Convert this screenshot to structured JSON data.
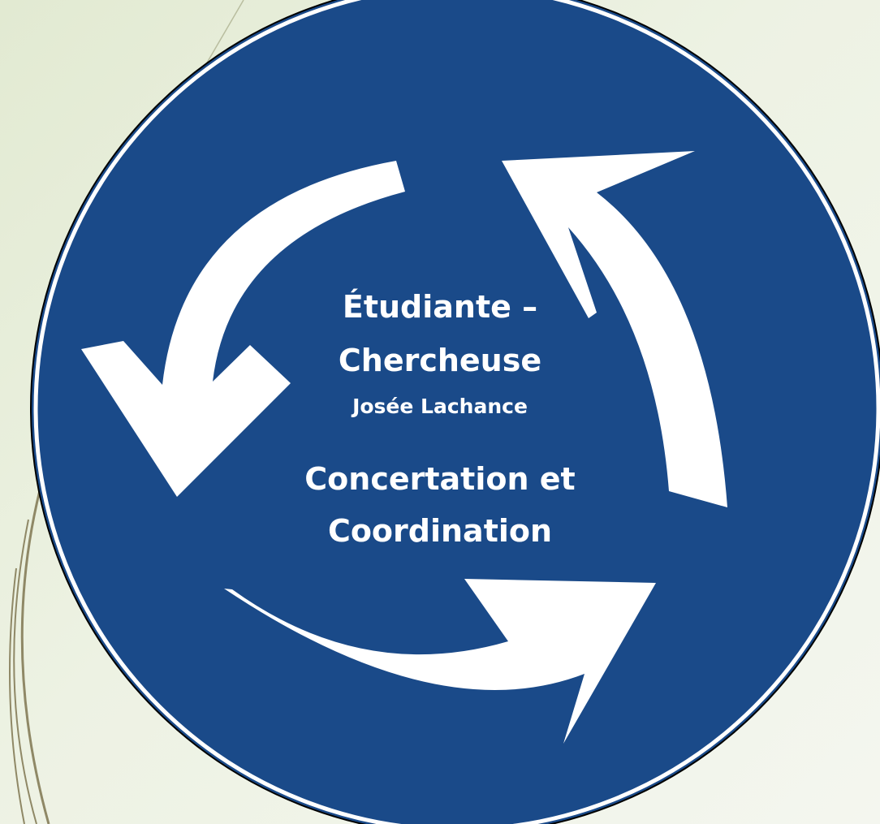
{
  "diagram": {
    "type": "roundabout-cycle",
    "colors": {
      "sign_fill": "#1a4a89",
      "arrow_fill": "#ffffff",
      "outline": "#000000",
      "background": "#e6edd8",
      "decor_stroke": "#8f8866"
    },
    "icons": [
      "cycle-arrow-icon",
      "cycle-arrow-icon",
      "cycle-arrow-icon"
    ],
    "center_text": {
      "title_line_1": "Étudiante –",
      "title_line_2": "Chercheuse",
      "author": "Josée Lachance",
      "subtitle_line_1": "Concertation et",
      "subtitle_line_2": "Coordination"
    }
  }
}
